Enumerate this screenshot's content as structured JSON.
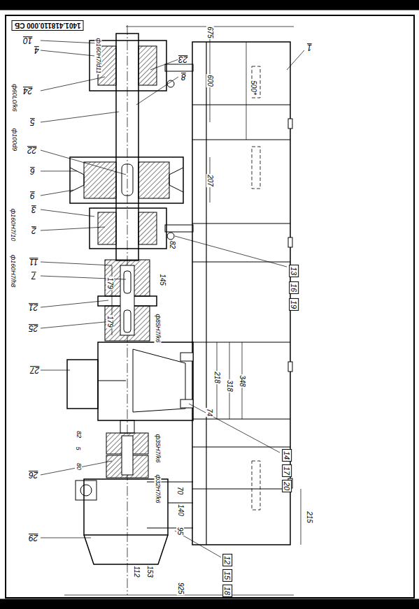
{
  "diagram": {
    "labels": [
      "1401.418110.000 СБ",
      "10",
      "4",
      "24",
      "ф60L0/k6",
      "ф100d9",
      "5",
      "ф160H7/d11",
      "23",
      "8",
      "1",
      "675",
      "600",
      "500*",
      "22",
      "6",
      "207",
      "9",
      "3",
      "2",
      "ф160H7/10",
      "ф160H7/h8",
      "82",
      "11",
      "7",
      "179",
      "145",
      "21",
      "25",
      "179",
      "ф85H7/k6",
      "13",
      "16",
      "19",
      "27",
      "218",
      "318",
      "348",
      "74",
      "14",
      "17",
      "20",
      "82",
      "5",
      "ф35H7/k6",
      "26",
      "80",
      "ф32H7/k6",
      "70",
      "140",
      "29",
      "95",
      "215",
      "12",
      "15",
      "18",
      "112",
      "153",
      "925"
    ]
  }
}
